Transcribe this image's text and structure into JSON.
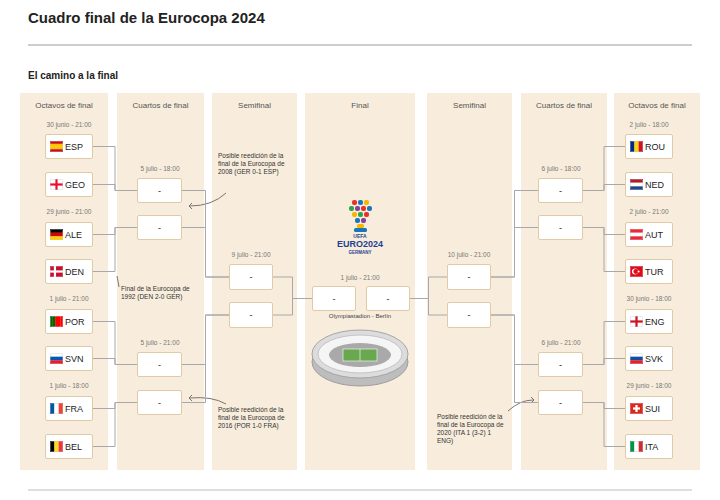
{
  "diagram": {
    "title": "Cuadro final de la Eurocopa 2024",
    "nodes": [
      {
        "text": [
          "Octavos de final"
        ]
      },
      {
        "text": [
          "ESP"
        ],
        "in": 0
      },
      {
        "text": [
          "GEO"
        ],
        "in": 0
      },
      {
        "text": [
          "ALE"
        ],
        "in": 0
      },
      {
        "text": [
          "DEN"
        ],
        "in": 0
      },
      {
        "text": [
          "POR"
        ],
        "in": 0
      },
      {
        "text": [
          "SVN"
        ],
        "in": 0
      },
      {
        "text": [
          "FRA"
        ],
        "in": 0
      },
      {
        "text": [
          "BEL"
        ],
        "in": 0
      },
      {
        "text": [
          "Cuartos de final"
        ]
      },
      {
        "text": [
          "-"
        ],
        "in": 9
      },
      {
        "text": [
          "-"
        ],
        "in": 9
      },
      {
        "text": [
          "-"
        ],
        "in": 9
      },
      {
        "text": [
          "-"
        ],
        "in": 9
      },
      {
        "text": [
          "Semifinal"
        ]
      },
      {
        "text": [
          "-"
        ],
        "in": 14
      },
      {
        "text": [
          "-"
        ],
        "in": 14
      },
      {
        "text": [
          "Final"
        ]
      },
      {
        "text": [
          "-"
        ],
        "in": 17
      },
      {
        "text": [
          "-"
        ],
        "in": 17
      },
      {
        "text": [
          "Semifinal"
        ]
      },
      {
        "text": [
          "-"
        ],
        "in": 20
      },
      {
        "text": [
          "-"
        ],
        "in": 20
      },
      {
        "text": [
          "Cuartos de final"
        ]
      },
      {
        "text": [
          "-"
        ],
        "in": 23
      },
      {
        "text": [
          "-"
        ],
        "in": 23
      },
      {
        "text": [
          "-"
        ],
        "in": 23
      },
      {
        "text": [
          "-"
        ],
        "in": 23
      },
      {
        "text": [
          "Octavos de final"
        ]
      },
      {
        "text": [
          "ROU"
        ],
        "in": 28
      },
      {
        "text": [
          "NED"
        ],
        "in": 28
      },
      {
        "text": [
          "AUT"
        ],
        "in": 28
      },
      {
        "text": [
          "TUR"
        ],
        "in": 28
      },
      {
        "text": [
          "ENG"
        ],
        "in": 28
      },
      {
        "text": [
          "SVK"
        ],
        "in": 28
      },
      {
        "text": [
          "SUI"
        ],
        "in": 28
      },
      {
        "text": [
          "ITA"
        ],
        "in": 28
      }
    ],
    "edges": [
      {
        "from": 1,
        "to": 10,
        "arrow": "none"
      },
      {
        "from": 2,
        "to": 10,
        "arrow": "none"
      },
      {
        "from": 3,
        "to": 11,
        "arrow": "none"
      },
      {
        "from": 4,
        "to": 11,
        "arrow": "none"
      },
      {
        "from": 5,
        "to": 12,
        "arrow": "none"
      },
      {
        "from": 6,
        "to": 12,
        "arrow": "none"
      },
      {
        "from": 7,
        "to": 13,
        "arrow": "none"
      },
      {
        "from": 8,
        "to": 13,
        "arrow": "none"
      },
      {
        "from": 10,
        "to": 15,
        "arrow": "none"
      },
      {
        "from": 11,
        "to": 15,
        "arrow": "none"
      },
      {
        "from": 12,
        "to": 16,
        "arrow": "none"
      },
      {
        "from": 13,
        "to": 16,
        "arrow": "none"
      },
      {
        "from": 15,
        "to": 18,
        "arrow": "none"
      },
      {
        "from": 16,
        "to": 18,
        "arrow": "none"
      },
      {
        "from": 29,
        "to": 24,
        "arrow": "none"
      },
      {
        "from": 30,
        "to": 24,
        "arrow": "none"
      },
      {
        "from": 31,
        "to": 25,
        "arrow": "none"
      },
      {
        "from": 32,
        "to": 25,
        "arrow": "none"
      },
      {
        "from": 33,
        "to": 26,
        "arrow": "none"
      },
      {
        "from": 34,
        "to": 26,
        "arrow": "none"
      },
      {
        "from": 35,
        "to": 27,
        "arrow": "none"
      },
      {
        "from": 36,
        "to": 27,
        "arrow": "none"
      },
      {
        "from": 24,
        "to": 21,
        "arrow": "none"
      },
      {
        "from": 25,
        "to": 21,
        "arrow": "none"
      },
      {
        "from": 26,
        "to": 22,
        "arrow": "none"
      },
      {
        "from": 27,
        "to": 22,
        "arrow": "none"
      },
      {
        "from": 21,
        "to": 19,
        "arrow": "none"
      },
      {
        "from": 22,
        "to": 19,
        "arrow": "none"
      }
    ],
    "labels": [
      "El camino a la final",
      "30 junio - 21:00",
      "29 junio - 21:00",
      "1 julio - 21:00",
      "1 julio - 18:00",
      "5 julio - 18:00",
      "5 julio - 21:00",
      "9 julio - 21:00",
      "UEFA",
      "EURO2024",
      "GERMANY",
      "1 julio - 21:00",
      "Olympiastadion - Berlín",
      "10 julio - 21:00",
      "6 julio - 18:00",
      "6 julio - 21:00",
      "2 julio - 18:00",
      "2 julio - 21:00",
      "30 junio - 18:00",
      "29 junio - 18:00",
      "Posible reedición de la final de la Eurocopa de 2008 (GER 0-1 ESP)",
      "Final de la Eurocopa de 1992 (DEN 2-0 GER)",
      "Posible reedición de la final de la Eurocopa de 2016 (POR 1-0 FRA)",
      "Posible reedición de la final de la Eurocopa de 2020 (ITA 1 (3-2) 1 ENG)"
    ]
  }
}
